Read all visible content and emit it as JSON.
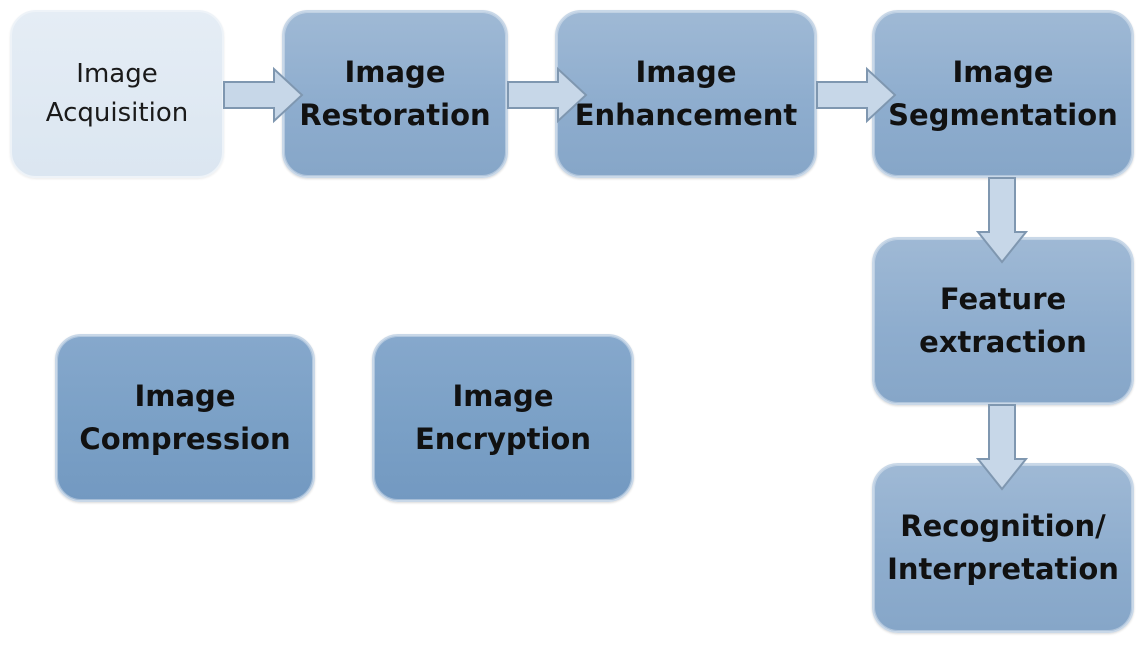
{
  "nodes": {
    "acquisition": {
      "line1": "Image",
      "line2": "Acquisition"
    },
    "restoration": {
      "line1": "Image",
      "line2": "Restoration"
    },
    "enhancement": {
      "line1": "Image",
      "line2": "Enhancement"
    },
    "segmentation": {
      "line1": "Image",
      "line2": "Segmentation"
    },
    "feature": {
      "line1": "Feature",
      "line2": "extraction"
    },
    "recognition": {
      "line1": "Recognition/",
      "line2": "Interpretation"
    },
    "compression": {
      "line1": "Image",
      "line2": "Compression"
    },
    "encryption": {
      "line1": "Image",
      "line2": "Encryption"
    }
  },
  "colors": {
    "box_fill": "#8eadce",
    "box_fill_dark": "#7aa0c6",
    "box_fill_light": "#dbe6f1",
    "arrow_fill": "#c7d7e8",
    "arrow_stroke": "#7f97b0"
  }
}
